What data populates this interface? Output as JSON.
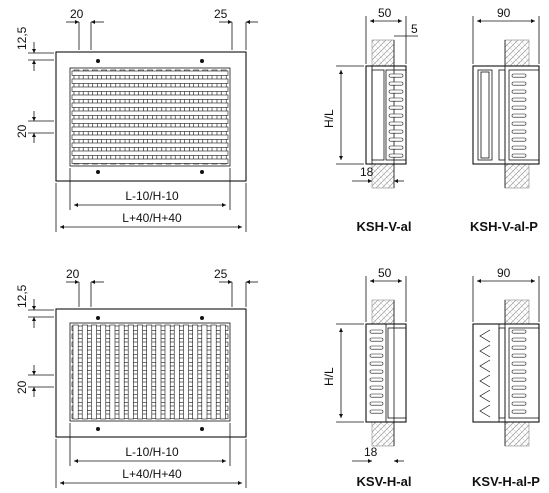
{
  "top": {
    "dim_left_top": "20",
    "dim_right_top": "25",
    "dim_side_top": "12,5",
    "dim_side_blade": "20",
    "dim_inner": "L-10/H-10",
    "dim_outer": "L+40/H+40",
    "section_a": {
      "depth": "50",
      "offset": "5",
      "height": "H/L",
      "bottom": "18",
      "label": "KSH-V-al"
    },
    "section_b": {
      "depth": "90",
      "label": "KSH-V-al-P"
    }
  },
  "bottom": {
    "dim_left_top": "20",
    "dim_right_top": "25",
    "dim_side_top": "12,5",
    "dim_side_blade": "20",
    "dim_inner": "L-10/H-10",
    "dim_outer": "L+40/H+40",
    "section_a": {
      "depth": "50",
      "height": "H/L",
      "bottom": "18",
      "label": "KSV-H-al"
    },
    "section_b": {
      "depth": "90",
      "label": "KSV-H-al-P"
    }
  }
}
